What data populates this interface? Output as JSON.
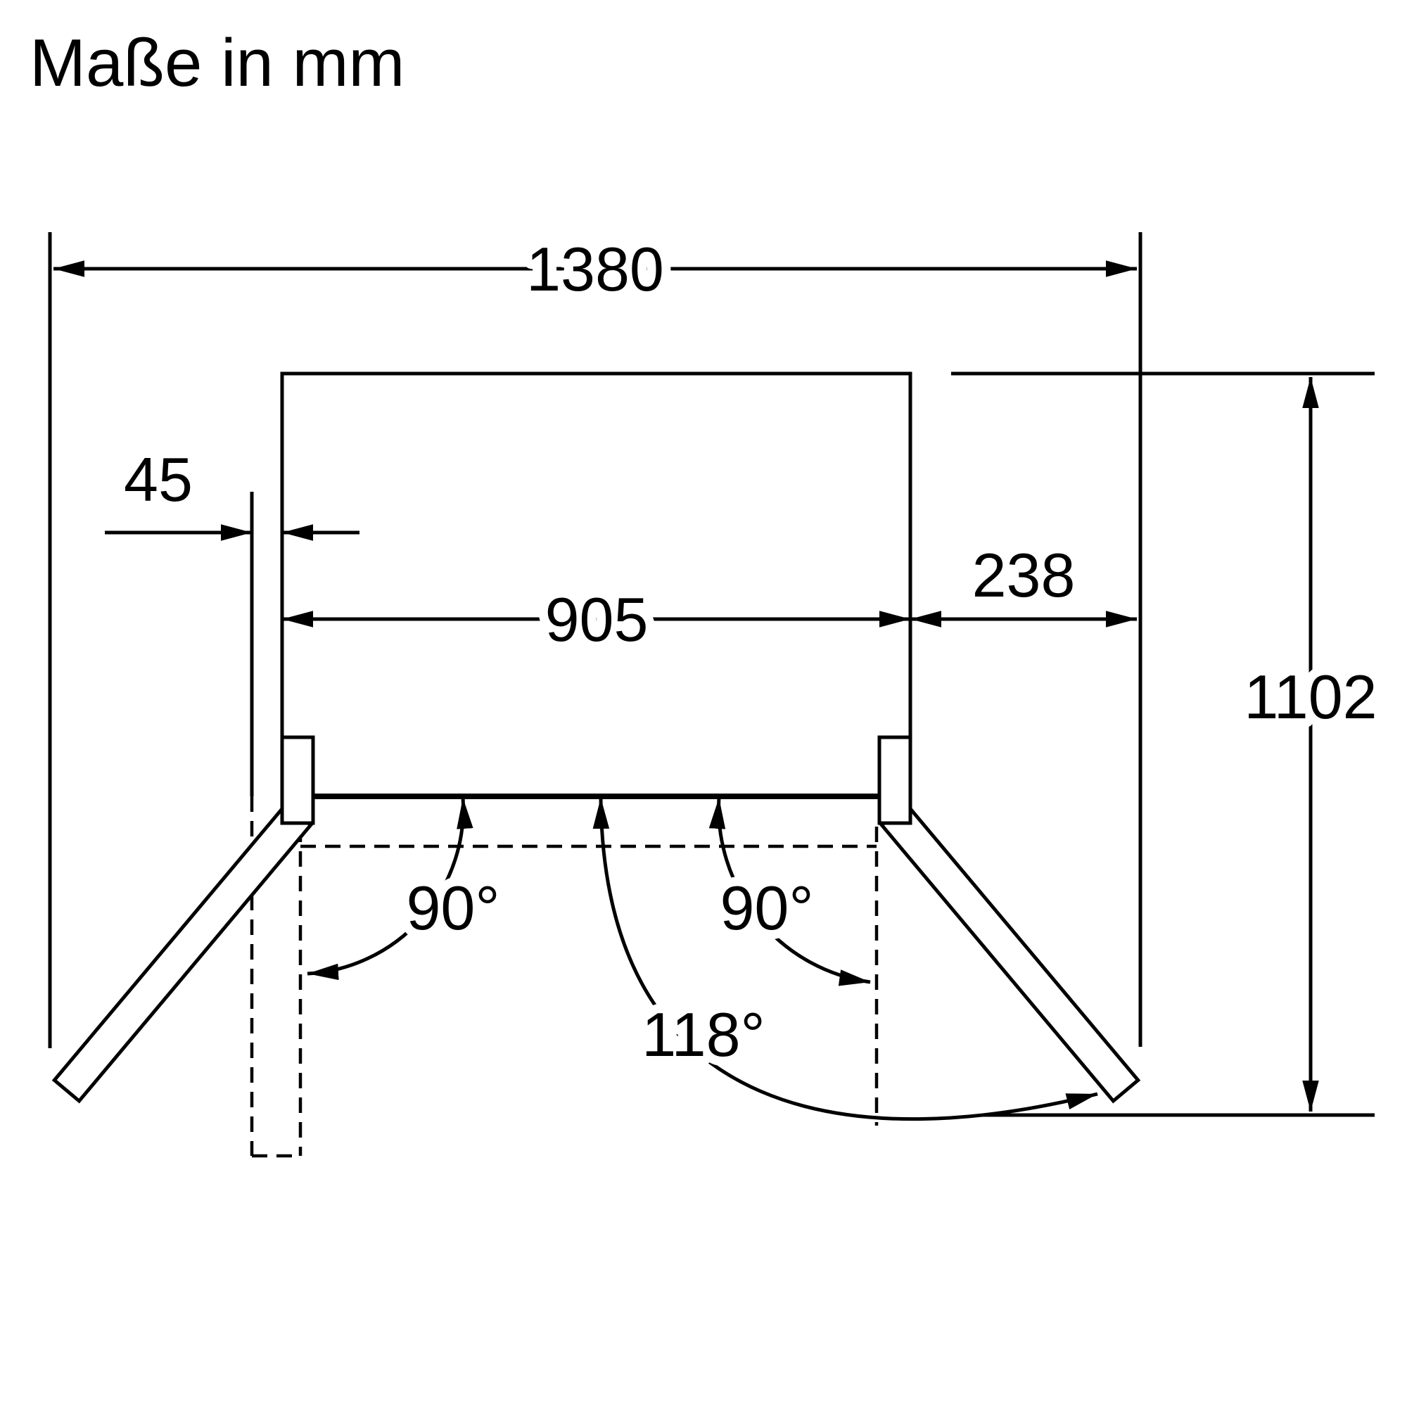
{
  "title": "Maße in mm",
  "diagram": {
    "dim_total_width": "1380",
    "dim_side_gap": "45",
    "dim_body_width": "905",
    "dim_door_offset": "238",
    "dim_depth_open": "1102",
    "angle_left_door": "90°",
    "angle_right_door": "90°",
    "angle_max_open": "118°"
  }
}
